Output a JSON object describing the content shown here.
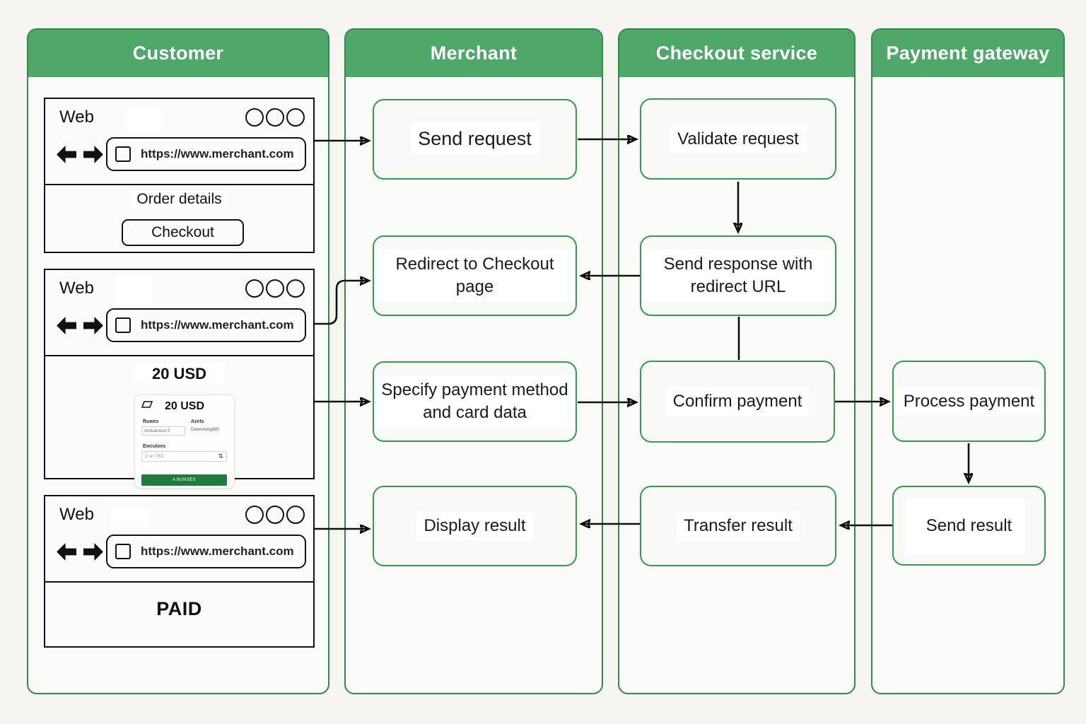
{
  "lanes": {
    "customer": {
      "title": "Customer"
    },
    "merchant": {
      "title": "Merchant",
      "send_request": "Send request",
      "redirect_to_checkout": "Redirect to Checkout page",
      "specify_payment": "Specify payment method and card data",
      "display_result": "Display result"
    },
    "checkout_service": {
      "title": "Checkout service",
      "validate_request": "Validate request",
      "send_response": "Send response with redirect URL",
      "confirm_payment": "Confirm payment",
      "transfer_result": "Transfer result"
    },
    "payment_gateway": {
      "title": "Payment gateway",
      "process_payment": "Process payment",
      "send_result": "Send result"
    }
  },
  "browsers": {
    "window_title": "Web",
    "url": "https://www.merchant.com",
    "order_page": {
      "heading": "Order details",
      "checkout_button": "Checkout"
    },
    "payment_page": {
      "amount": "20 USD",
      "card": {
        "amount": "20 USD",
        "field1_label": "Ruwes",
        "field1_value": "Amuanoos 0",
        "field2_label": "Azets",
        "field2_value": "DowomAgW5",
        "field3_label": "Ewcutxes",
        "field3_value": "2 on TKC",
        "pay_button": "A BUNSES"
      }
    },
    "result_page": {
      "status": "PAID"
    }
  },
  "edges": [
    {
      "from": "Customer order page",
      "to": "Send request"
    },
    {
      "from": "Send request",
      "to": "Validate request"
    },
    {
      "from": "Validate request",
      "to": "Send response with redirect URL"
    },
    {
      "from": "Send response with redirect URL",
      "to": "Redirect to Checkout page"
    },
    {
      "from": "Customer checkout page",
      "to": "Redirect to Checkout page"
    },
    {
      "from": "Send response with redirect URL",
      "to": "Confirm payment"
    },
    {
      "from": "Customer checkout page",
      "to": "Specify payment method and card data"
    },
    {
      "from": "Specify payment method and card data",
      "to": "Confirm payment"
    },
    {
      "from": "Confirm payment",
      "to": "Process payment"
    },
    {
      "from": "Process payment",
      "to": "Send result"
    },
    {
      "from": "Send result",
      "to": "Transfer result"
    },
    {
      "from": "Transfer result",
      "to": "Display result"
    },
    {
      "from": "Customer result page",
      "to": "Display result"
    }
  ],
  "colors": {
    "header_green": "#4fa76a",
    "lane_border_green": "#2e8b4a",
    "node_border_green": "#2f9e4d",
    "pay_button_green": "#1e7c3e",
    "arrow_black": "#111111",
    "lane_background": "#fbfbf9",
    "page_background": "#f6f5f2"
  }
}
